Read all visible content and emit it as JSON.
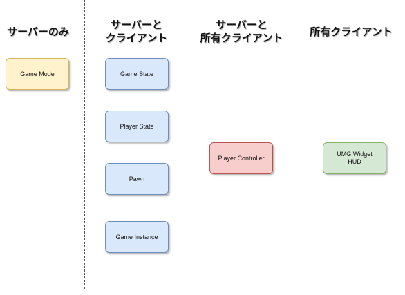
{
  "columns": [
    {
      "id": "server-only",
      "title": "サーバーのみ"
    },
    {
      "id": "server-and-client",
      "title": "サーバーと\nクライアント"
    },
    {
      "id": "server-and-owning-client",
      "title": "サーバーと\n所有クライアント"
    },
    {
      "id": "owning-client",
      "title": "所有クライアント"
    }
  ],
  "nodes": {
    "game_mode": "Game Mode",
    "game_state": "Game State",
    "player_state": "Player State",
    "pawn": "Pawn",
    "game_instance": "Game Instance",
    "player_controller": "Player Controller",
    "umg_widget_hud": "UMG Widget\nHUD"
  },
  "colors": {
    "yellow_fill": "#fff2cc",
    "blue_fill": "#dae8fc",
    "red_fill": "#f8cecc",
    "green_fill": "#d5e8d4"
  }
}
